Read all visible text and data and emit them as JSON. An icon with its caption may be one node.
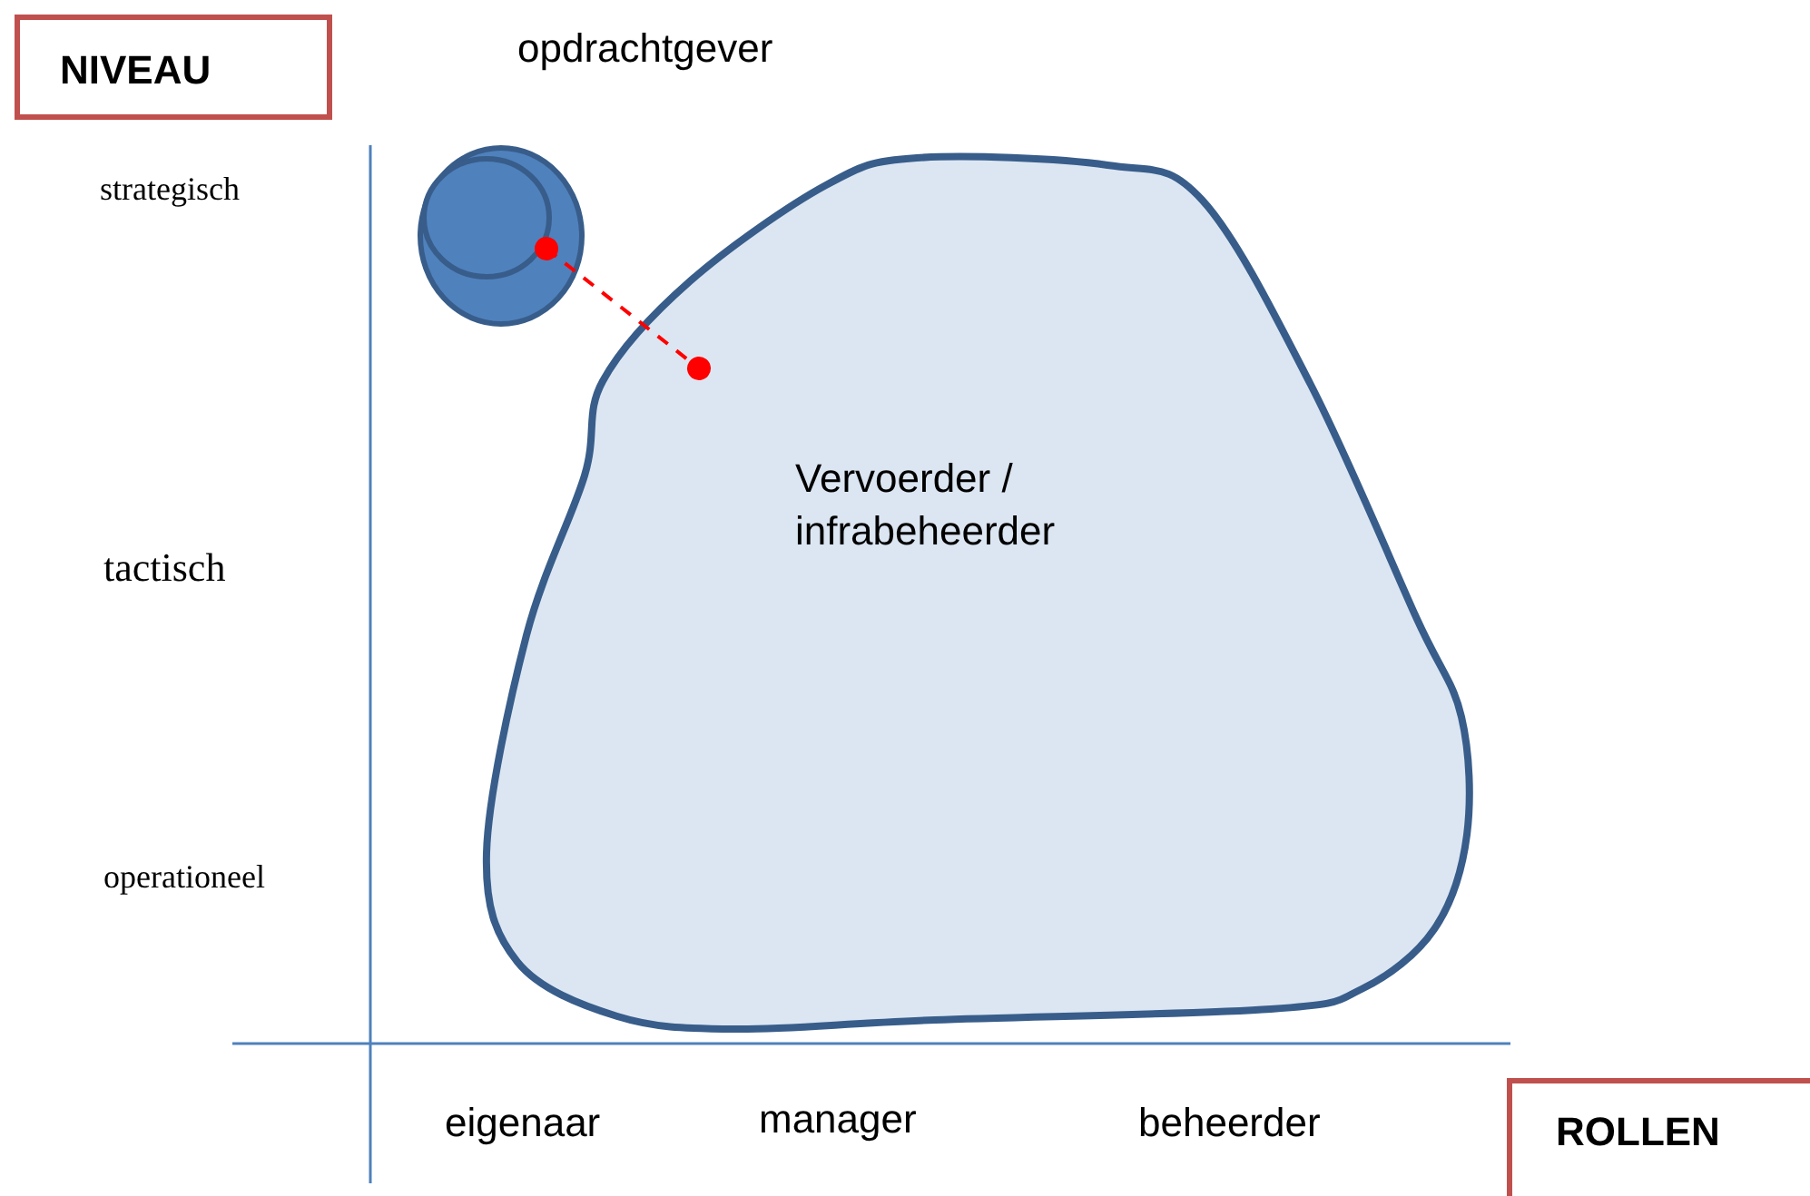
{
  "diagram": {
    "nodes": [
      {
        "text": [
          "NIVEAU"
        ]
      },
      {
        "text": [
          "Vervoerder / infrabeheerder"
        ]
      },
      {
        "text": [
          "opdrachtgever"
        ]
      },
      {
        "text": [],
        "shape": "circle",
        "in": 2
      },
      {
        "text": [
          "ROLLEN"
        ]
      }
    ],
    "edges": [
      {
        "from": 3,
        "to": 1,
        "arrow": "other",
        "style": "dashed",
        "color": "#ff0000"
      }
    ],
    "labels": [
      "strategisch",
      "tactisch",
      "operationeel",
      "eigenaar",
      "manager",
      "beheerder"
    ]
  }
}
